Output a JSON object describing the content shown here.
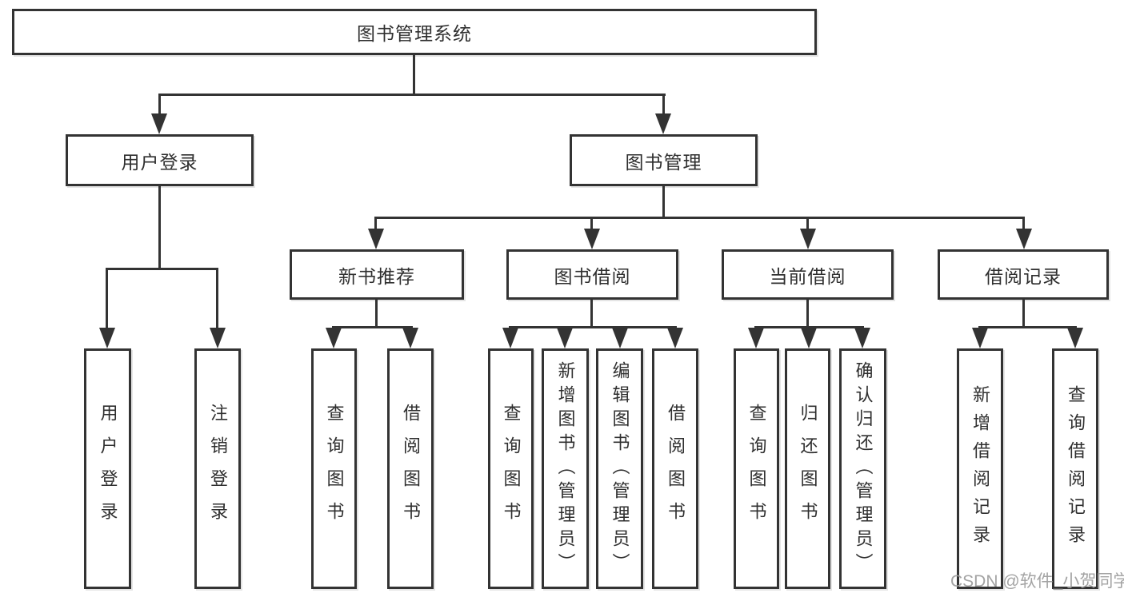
{
  "diagram": {
    "title": "图书管理系统",
    "watermark": "CSDN @软件_小贺同学",
    "colors": {
      "line": "#333333",
      "box_fill": "#ffffff",
      "text": "#2f2f2f",
      "watermark": "#9e9e9e"
    },
    "nodes": {
      "root": {
        "label": "图书管理系统"
      },
      "user_login": {
        "label": "用户登录"
      },
      "book_mgmt": {
        "label": "图书管理"
      },
      "new_book": {
        "label": "新书推荐"
      },
      "book_borrow": {
        "label": "图书借阅"
      },
      "current_borrow": {
        "label": "当前借阅"
      },
      "borrow_record": {
        "label": "借阅记录"
      }
    },
    "leaf": {
      "g1a": "用户登录",
      "g1b": "注销登录",
      "g2a": "查询图书",
      "g2b": "借阅图书",
      "g3a": "查询图书",
      "g3b": "新增图书（管理员）",
      "g3c": "编辑图书（管理员）",
      "g3d": "借阅图书",
      "g4a": "查询图书",
      "g4b": "归还图书",
      "g4c": "确认归还（管理员）",
      "g5a": "新增借阅记录",
      "g5b": "查询借阅记录"
    }
  }
}
